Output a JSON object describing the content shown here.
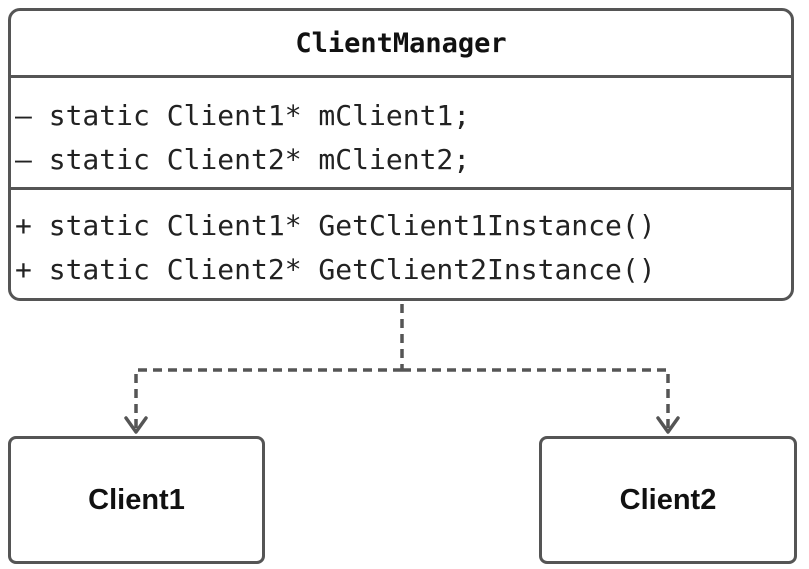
{
  "manager": {
    "name": "ClientManager",
    "attributes": [
      "– static Client1* mClient1;",
      "– static Client2* mClient2;"
    ],
    "methods": [
      "+ static Client1* GetClient1Instance()",
      "+ static Client2* GetClient2Instance()"
    ]
  },
  "clients": [
    {
      "name": "Client1"
    },
    {
      "name": "Client2"
    }
  ],
  "colors": {
    "stroke": "#555555",
    "text": "#111111",
    "background": "#ffffff"
  },
  "edges": [
    {
      "from": "ClientManager",
      "to": "Client1",
      "style": "dashed-arrow"
    },
    {
      "from": "ClientManager",
      "to": "Client2",
      "style": "dashed-arrow"
    }
  ]
}
